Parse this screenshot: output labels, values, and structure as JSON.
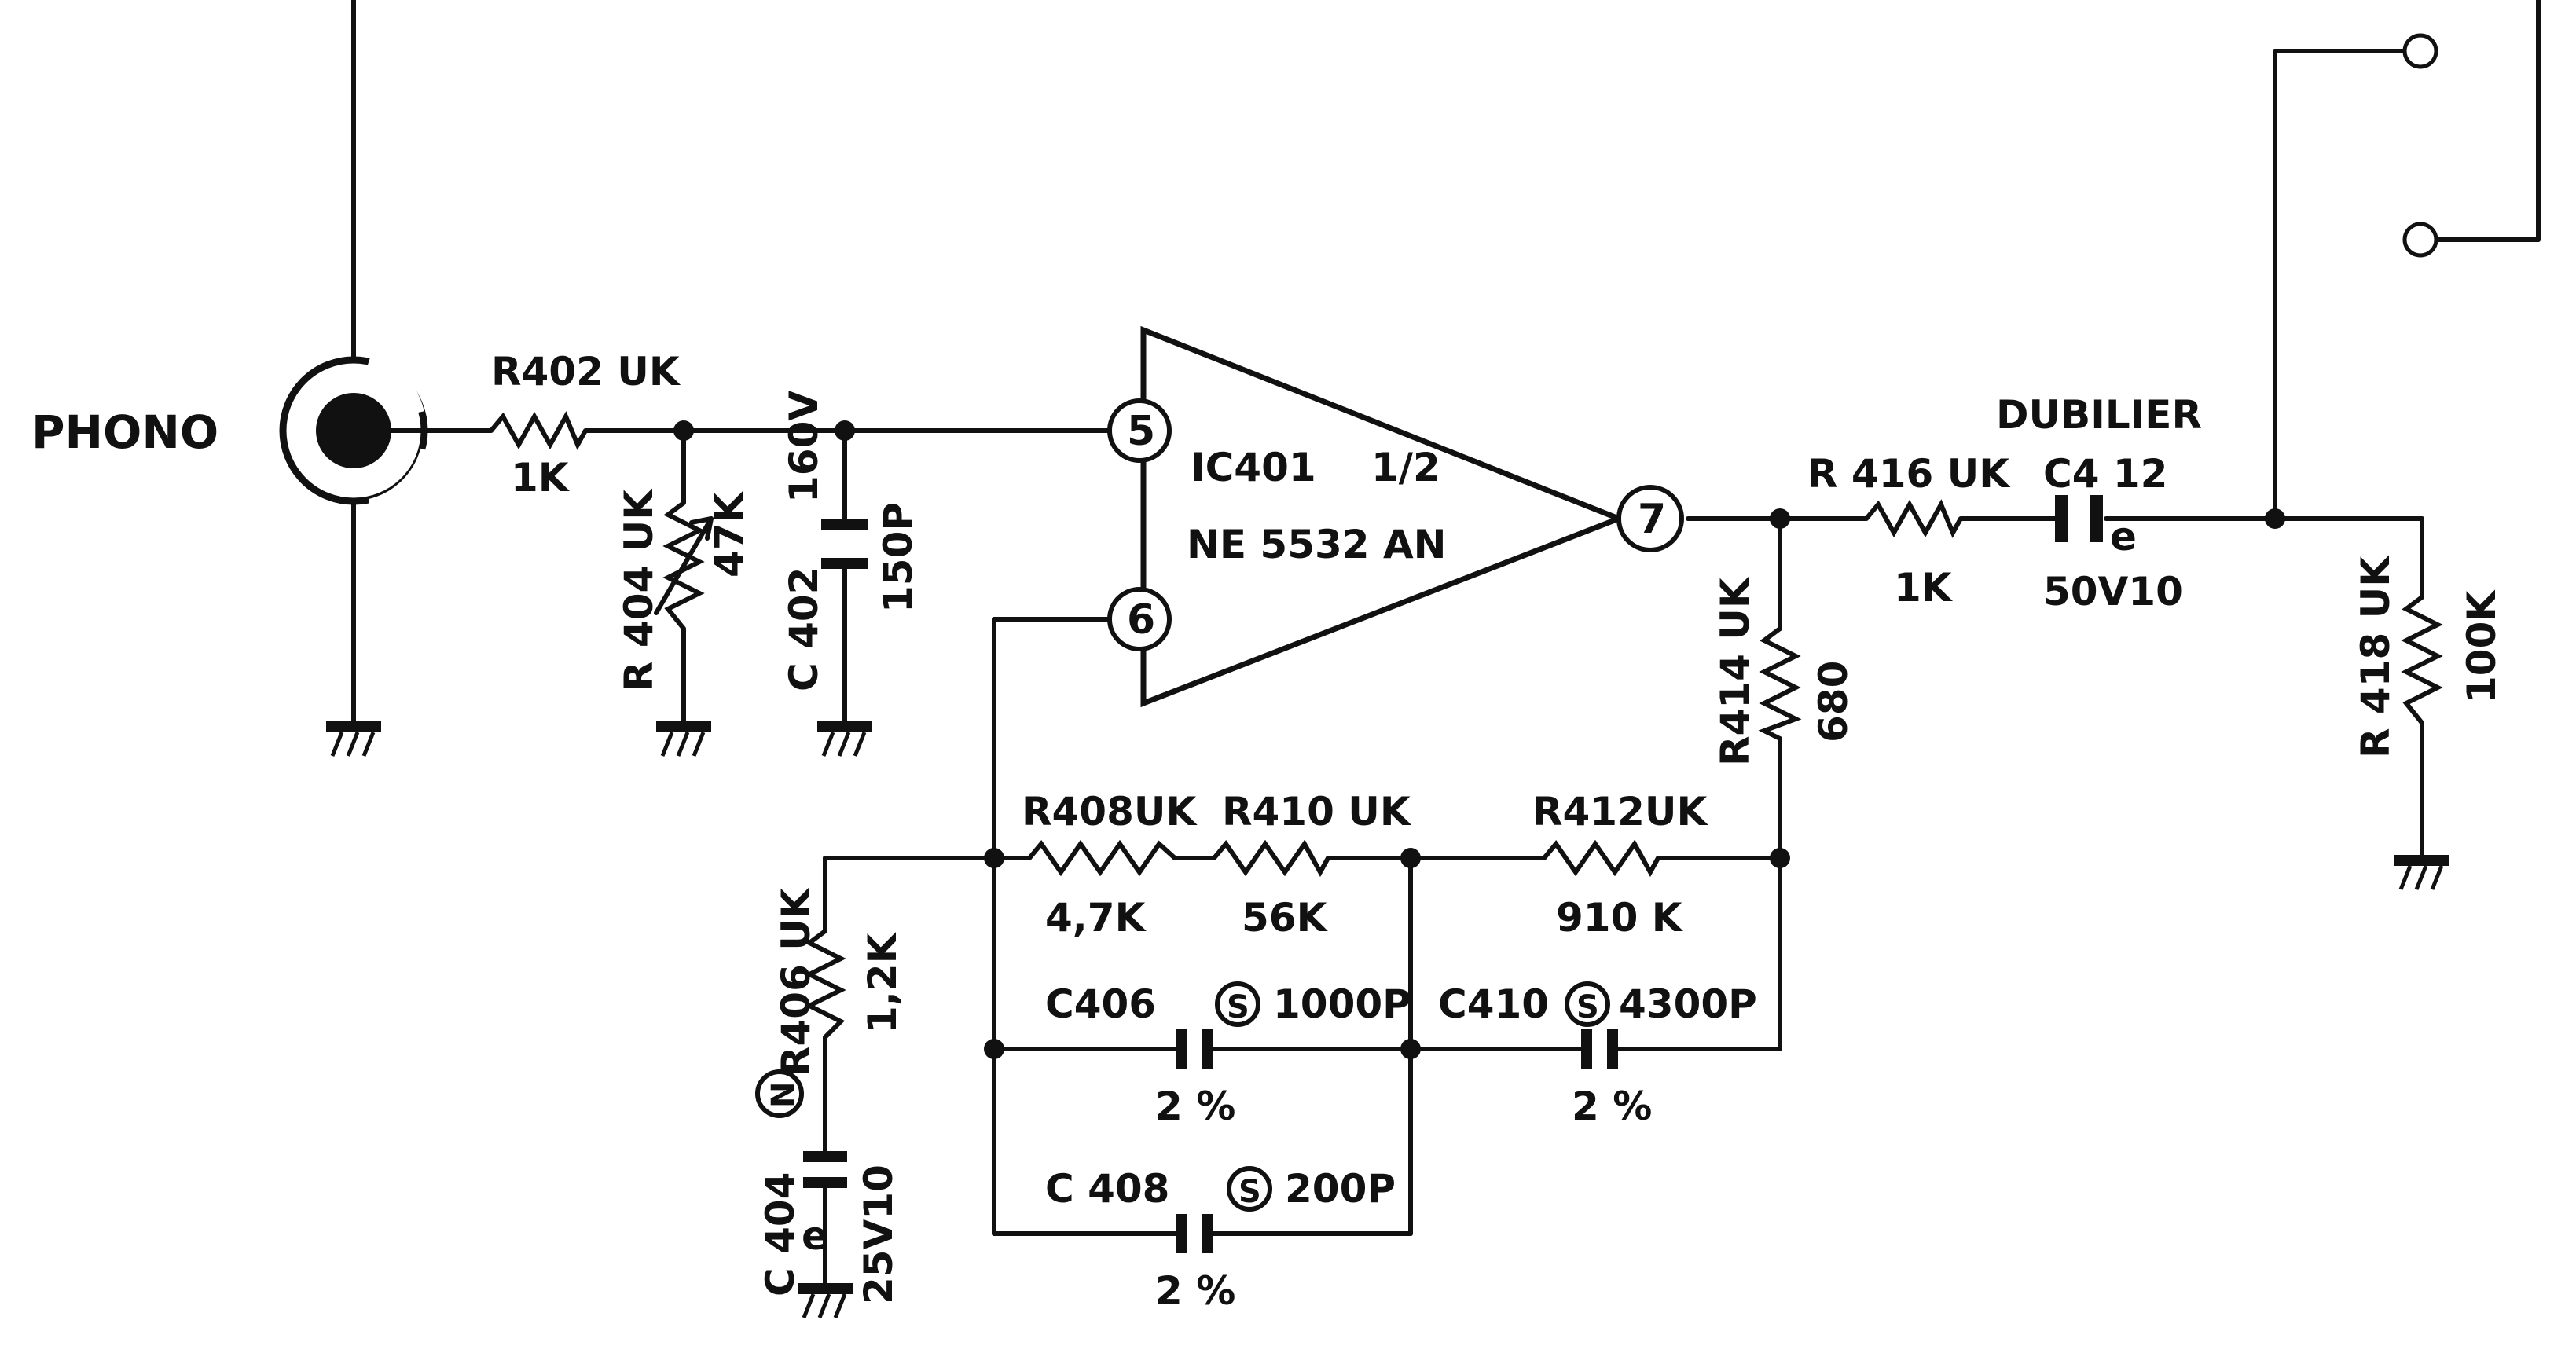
{
  "connector": {
    "label": "PHONO"
  },
  "ic": {
    "ref": "IC401",
    "section": "1/2",
    "part": "NE 5532 AN",
    "pins": {
      "noninv": "5",
      "inv": "6",
      "out": "7"
    }
  },
  "r402": {
    "ref": "R402 UK",
    "value": "1K"
  },
  "r404": {
    "ref": "R 404 UK",
    "value": "47K"
  },
  "c402": {
    "ref": "C 402",
    "voltage": "160V",
    "value": "150P"
  },
  "r406": {
    "ref": "R406 UK",
    "value": "1,2K"
  },
  "c404": {
    "ref": "C 404",
    "mark": "N",
    "value": "25V10"
  },
  "r408": {
    "ref": "R408UK",
    "value": "4,7K"
  },
  "r410": {
    "ref": "R410 UK",
    "value": "56K"
  },
  "r412": {
    "ref": "R412UK",
    "value": "910 K"
  },
  "r414": {
    "ref": "R414 UK",
    "value": "680"
  },
  "r416": {
    "ref": "R 416 UK",
    "value": "1K"
  },
  "c412": {
    "ref": "C4 12",
    "maker": "DUBILIER",
    "value": "50V10"
  },
  "r418": {
    "ref": "R 418 UK",
    "value": "100K"
  },
  "c406": {
    "ref": "C406",
    "mark": "S",
    "value": "1000P",
    "tolerance": "2 %"
  },
  "c408": {
    "ref": "C 408",
    "mark": "S",
    "value": "200P",
    "tolerance": "2 %"
  },
  "c410": {
    "ref": "C410",
    "mark": "S",
    "value": "4300P",
    "tolerance": "2 %"
  }
}
